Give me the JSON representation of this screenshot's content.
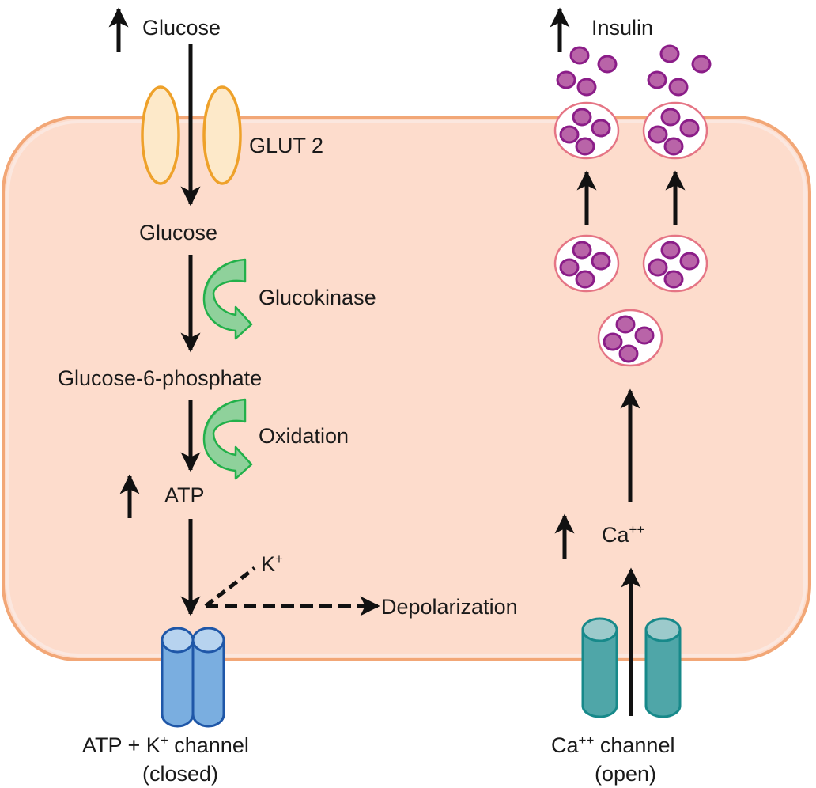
{
  "diagram": {
    "title": "Insulin secretion by pancreatic beta cell",
    "colors": {
      "cell_fill": "#fddccc",
      "cell_border": "#f2a777",
      "glut_fill": "#fde9c9",
      "glut_border": "#eea12a",
      "enzyme_fill": "#8fd19b",
      "enzyme_border": "#22b04a",
      "vesicle_fill": "#ffffff",
      "vesicle_border": "#e57585",
      "granule_fill": "#b964a8",
      "granule_border": "#8b1d88",
      "katp_fill": "#7aaee0",
      "katp_top": "#b7d3ef",
      "katp_border": "#1f57a8",
      "ca_fill": "#4fa6a8",
      "ca_top": "#9ccacb",
      "ca_border": "#17898a",
      "arrow": "#111111"
    },
    "labels": {
      "glucose_outside": "Glucose",
      "glut2": "GLUT 2",
      "glucose_inside": "Glucose",
      "glucokinase": "Glucokinase",
      "g6p": "Glucose-6-phosphate",
      "oxidation": "Oxidation",
      "atp": "ATP",
      "k_ion": "K",
      "k_charge": "+",
      "depolarization": "Depolarization",
      "katp_channel_line1_a": "ATP + K",
      "katp_channel_line1_sup": "+",
      "katp_channel_line1_b": " channel",
      "katp_channel_line2": "(closed)",
      "insulin": "Insulin",
      "ca_ion": "Ca",
      "ca_charge": "++",
      "ca_channel_line1_a": "Ca",
      "ca_channel_line1_sup": "++",
      "ca_channel_line1_b": " channel",
      "ca_channel_line2": "(open)"
    },
    "indicators": {
      "glucose_increase": "up",
      "atp_increase": "up",
      "ca_increase": "up",
      "insulin_increase": "up"
    }
  }
}
